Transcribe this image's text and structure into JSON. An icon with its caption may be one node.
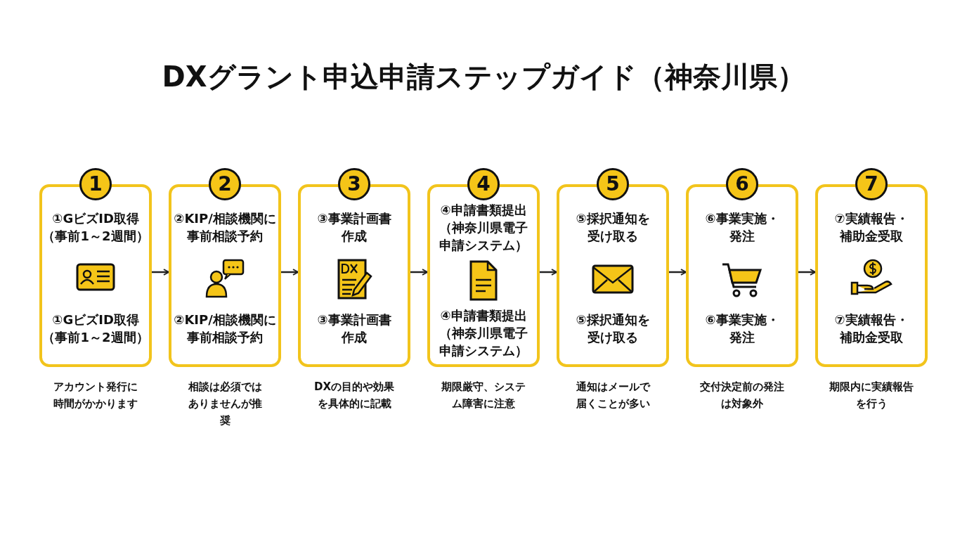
{
  "diagram": {
    "title": "DXグラント申込申請ステップガイド（神奈川県）",
    "nodes": [
      {
        "text": [
          "1",
          "①GビズID取得（事前1～2週間）",
          "①GビズID取得（事前1～2週間）"
        ],
        "beside": [
          "アカウント発行に時間がかかります"
        ]
      },
      {
        "text": [
          "2",
          "②KIP/相談機関に事前相談予約",
          "②KIP/相談機関に事前相談予約"
        ],
        "beside": [
          "相談は必須ではありませんが推奨"
        ]
      },
      {
        "text": [
          "3",
          "③事業計画書作成",
          "③事業計画書作成"
        ],
        "beside": [
          "DXの目的や効果を具体的に記載"
        ]
      },
      {
        "text": [
          "4",
          "④申請書類提出（神奈川県電子申請システム）",
          "④申請書類提出（神奈川県電子申請システム）"
        ],
        "beside": [
          "期限厳守、システム障害に注意"
        ]
      },
      {
        "text": [
          "5",
          "⑤採択通知を受け取る",
          "⑤採択通知を受け取る"
        ],
        "beside": [
          "通知はメールで届くことが多い"
        ]
      },
      {
        "text": [
          "6",
          "⑥事業実施・発注",
          "⑥事業実施・発注"
        ],
        "beside": [
          "交付決定前の発注は対象外"
        ]
      },
      {
        "text": [
          "7",
          "⑦実績報告・補助金受取",
          "⑦実績報告・補助金受取"
        ],
        "beside": [
          "期限内に実績報告を行う"
        ]
      }
    ],
    "edges": [
      {
        "from": 0,
        "to": 1,
        "arrow": "to"
      },
      {
        "from": 1,
        "to": 2,
        "arrow": "to"
      },
      {
        "from": 2,
        "to": 3,
        "arrow": "to"
      },
      {
        "from": 3,
        "to": 4,
        "arrow": "to"
      },
      {
        "from": 4,
        "to": 5,
        "arrow": "to"
      },
      {
        "from": 5,
        "to": 6,
        "arrow": "to"
      }
    ]
  }
}
